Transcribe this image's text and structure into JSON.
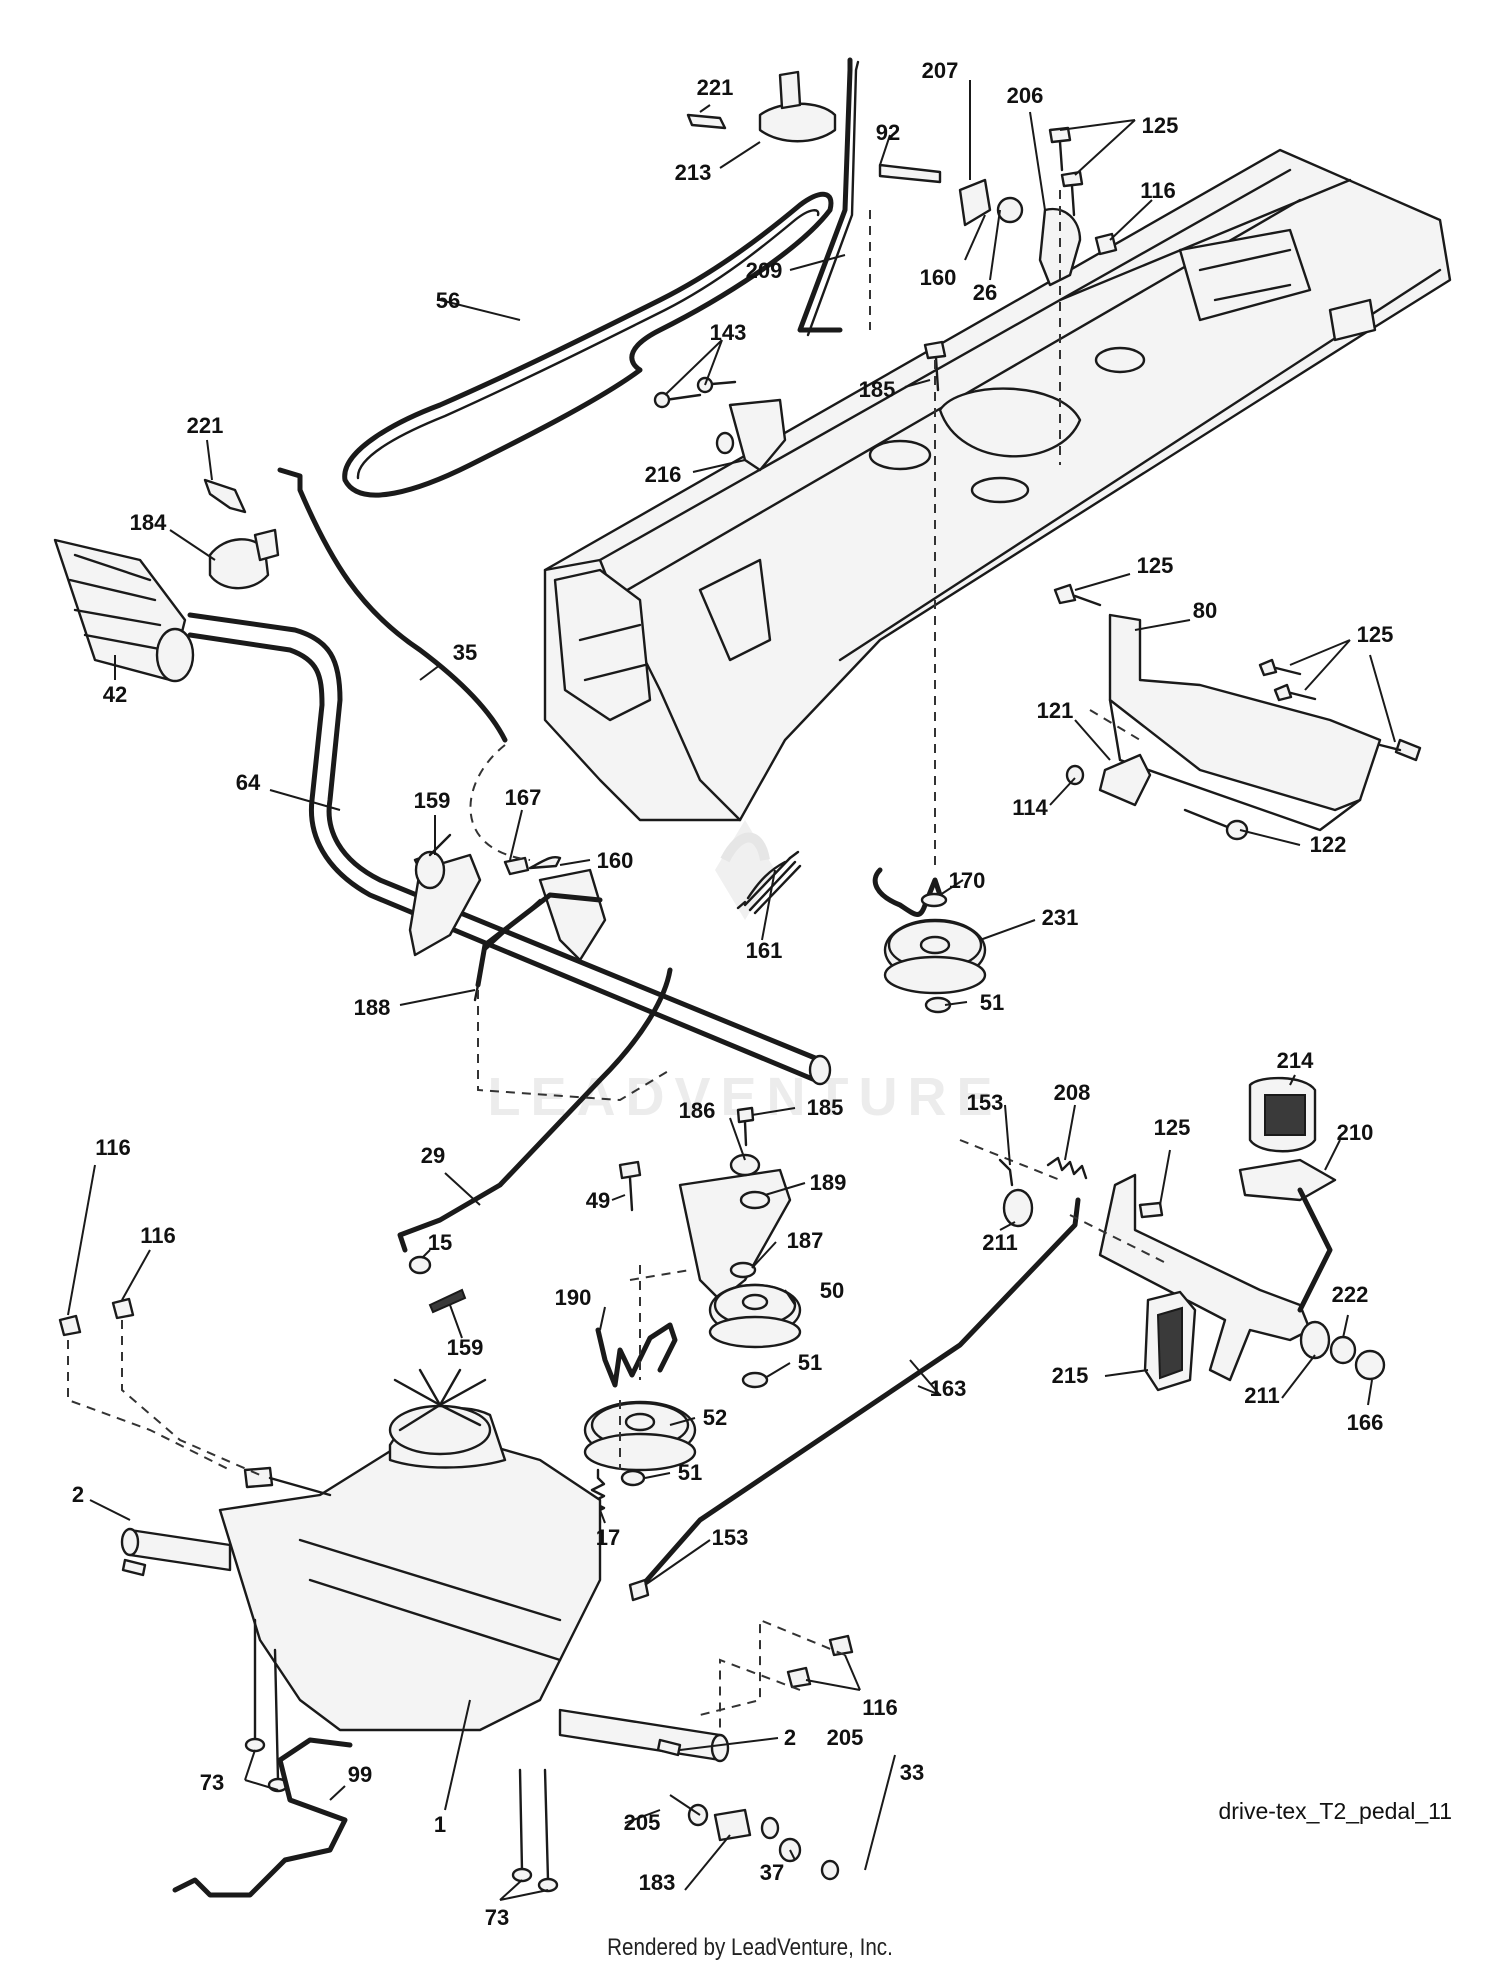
{
  "diagram": {
    "watermark_text": "LEADVENTURE",
    "diagram_id": "drive-tex_T2_pedal_11",
    "footer": "Rendered by LeadVenture, Inc.",
    "callouts": {
      "p221a": "221",
      "p213": "213",
      "p207": "207",
      "p206": "206",
      "p92": "92",
      "p125a": "125",
      "p116a": "116",
      "p56": "56",
      "p209": "209",
      "p160a": "160",
      "p26": "26",
      "p143": "143",
      "p185a": "185",
      "p216": "216",
      "p221b": "221",
      "p184": "184",
      "p42": "42",
      "p35": "35",
      "p125b": "125",
      "p80": "80",
      "p125c": "125",
      "p121": "121",
      "p114": "114",
      "p122": "122",
      "p64": "64",
      "p159a": "159",
      "p167": "167",
      "p160b": "160",
      "p170": "170",
      "p231": "231",
      "p161": "161",
      "p188": "188",
      "p51a": "51",
      "p185b": "185",
      "p186": "186",
      "p153a": "153",
      "p208": "208",
      "p214": "214",
      "p125d": "125",
      "p210": "210",
      "p116b": "116",
      "p29": "29",
      "p189": "189",
      "p49": "49",
      "p116c": "116",
      "p211a": "211",
      "p15": "15",
      "p187": "187",
      "p159b": "159",
      "p190": "190",
      "p50": "50",
      "p163": "163",
      "p215": "215",
      "p222": "222",
      "p51b": "51",
      "p211b": "211",
      "p166": "166",
      "p52": "52",
      "p2a": "2",
      "p51c": "51",
      "p17": "17",
      "p153b": "153",
      "p116d": "116",
      "p2b": "2",
      "p205a": "205",
      "p33": "33",
      "p73a": "73",
      "p99": "99",
      "p1": "1",
      "p205b": "205",
      "p37": "37",
      "p183": "183",
      "p73b": "73"
    }
  }
}
